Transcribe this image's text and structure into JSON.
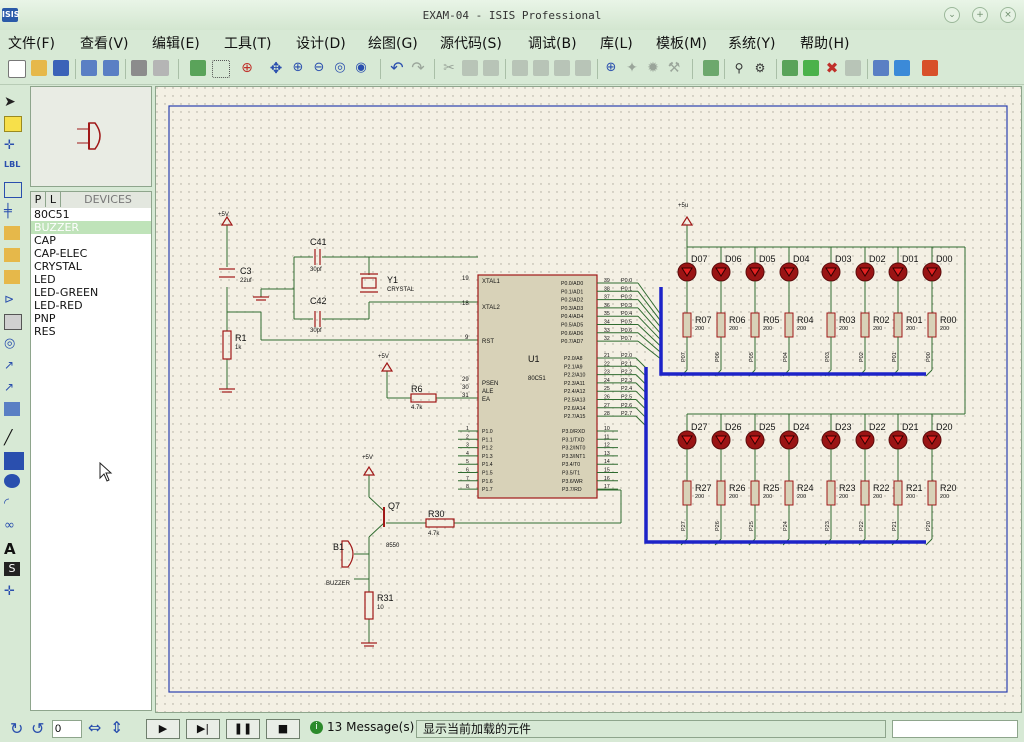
{
  "window": {
    "title": "EXAM-04 - ISIS Professional",
    "app_icon_text": "ISIS"
  },
  "menu": [
    "文件(F)",
    "查看(V)",
    "编辑(E)",
    "工具(T)",
    "设计(D)",
    "绘图(G)",
    "源代码(S)",
    "调试(B)",
    "库(L)",
    "模板(M)",
    "系统(Y)",
    "帮助(H)"
  ],
  "devices_panel": {
    "tab_p": "P",
    "tab_l": "L",
    "title": "DEVICES",
    "items": [
      "80C51",
      "BUZZER",
      "CAP",
      "CAP-ELEC",
      "CRYSTAL",
      "LED",
      "LED-GREEN",
      "LED-RED",
      "PNP",
      "RES"
    ],
    "selected": "BUZZER"
  },
  "status": {
    "rotation_value": "0",
    "messages": "13 Message(s)",
    "hint": "显示当前加载的元件"
  },
  "schematic": {
    "vcc1": "+5V",
    "vcc2": "+5V",
    "vcc3": "+5V",
    "vcc4": "+5u",
    "c41": "C41",
    "c41v": "30pf",
    "c42": "C42",
    "c42v": "30pf",
    "c3": "C3",
    "c3v": "22uf",
    "y1": "Y1",
    "y1v": "CRYSTAL",
    "r1": "R1",
    "r1v": "1k",
    "r6": "R6",
    "r6v": "4.7k",
    "r30": "R30",
    "r30v": "4.7k",
    "r31": "R31",
    "r31v": "10",
    "q7": "Q7",
    "q7v": "8550",
    "b1": "B1",
    "b1v": "BUZZER",
    "u1": "U1",
    "u1v": "80C51",
    "xtal1": "XTAL1",
    "xtal2": "XTAL2",
    "rst": "RST",
    "psen": "PSEN",
    "ale": "ALE",
    "ea": "EA",
    "pin19": "19",
    "pin18": "18",
    "pin9": "9",
    "pin29": "29",
    "pin30": "30",
    "pin31": "31",
    "p0": [
      "P0.0/AD0",
      "P0.1/AD1",
      "P0.2/AD2",
      "P0.3/AD3",
      "P0.4/AD4",
      "P0.5/AD5",
      "P0.6/AD6",
      "P0.7/AD7"
    ],
    "p0pins": [
      "39",
      "38",
      "37",
      "36",
      "35",
      "34",
      "33",
      "32"
    ],
    "p0net": [
      "P0.0",
      "P0.1",
      "P0.2",
      "P0.3",
      "P0.4",
      "P0.5",
      "P0.6",
      "P0.7"
    ],
    "p2": [
      "P2.0/A8",
      "P2.1/A9",
      "P2.2/A10",
      "P2.3/A11",
      "P2.4/A12",
      "P2.5/A13",
      "P2.6/A14",
      "P2.7/A15"
    ],
    "p2pins": [
      "21",
      "22",
      "23",
      "24",
      "25",
      "26",
      "27",
      "28"
    ],
    "p2net": [
      "P2.0",
      "P2.1",
      "P2.2",
      "P2.3",
      "P2.4",
      "P2.5",
      "P2.6",
      "P2.7"
    ],
    "p3": [
      "P3.0/RXD",
      "P3.1/TXD",
      "P3.2/INT0",
      "P3.3/INT1",
      "P3.4/T0",
      "P3.5/T1",
      "P3.6/WR",
      "P3.7/RD"
    ],
    "p3pins": [
      "10",
      "11",
      "12",
      "13",
      "14",
      "15",
      "16",
      "17"
    ],
    "p1": [
      "P1.0",
      "P1.1",
      "P1.2",
      "P1.3",
      "P1.4",
      "P1.5",
      "P1.6",
      "P1.7"
    ],
    "p1pins": [
      "1",
      "2",
      "3",
      "4",
      "5",
      "6",
      "7",
      "8"
    ],
    "ledrow0": [
      "D07",
      "D06",
      "D05",
      "D04",
      "D03",
      "D02",
      "D01",
      "D00"
    ],
    "resrow0": [
      "R07",
      "R06",
      "R05",
      "R04",
      "R03",
      "R02",
      "R01",
      "R00"
    ],
    "netrow0": [
      "P07",
      "P06",
      "P05",
      "P04",
      "P03",
      "P02",
      "P01",
      "P00"
    ],
    "ledrow2": [
      "D27",
      "D26",
      "D25",
      "D24",
      "D23",
      "D22",
      "D21",
      "D20"
    ],
    "resrow2": [
      "R27",
      "R26",
      "R25",
      "R24",
      "R23",
      "R22",
      "R21",
      "R20"
    ],
    "netrow2": [
      "P27",
      "P26",
      "P25",
      "P24",
      "P23",
      "P22",
      "P21",
      "P20"
    ],
    "resval": "200"
  },
  "colors": {
    "wire": "#2f6b2f",
    "component": "#a01818",
    "bus": "#1d23c8",
    "border": "#2b3fb0",
    "sheet": "#f4f0e4"
  }
}
